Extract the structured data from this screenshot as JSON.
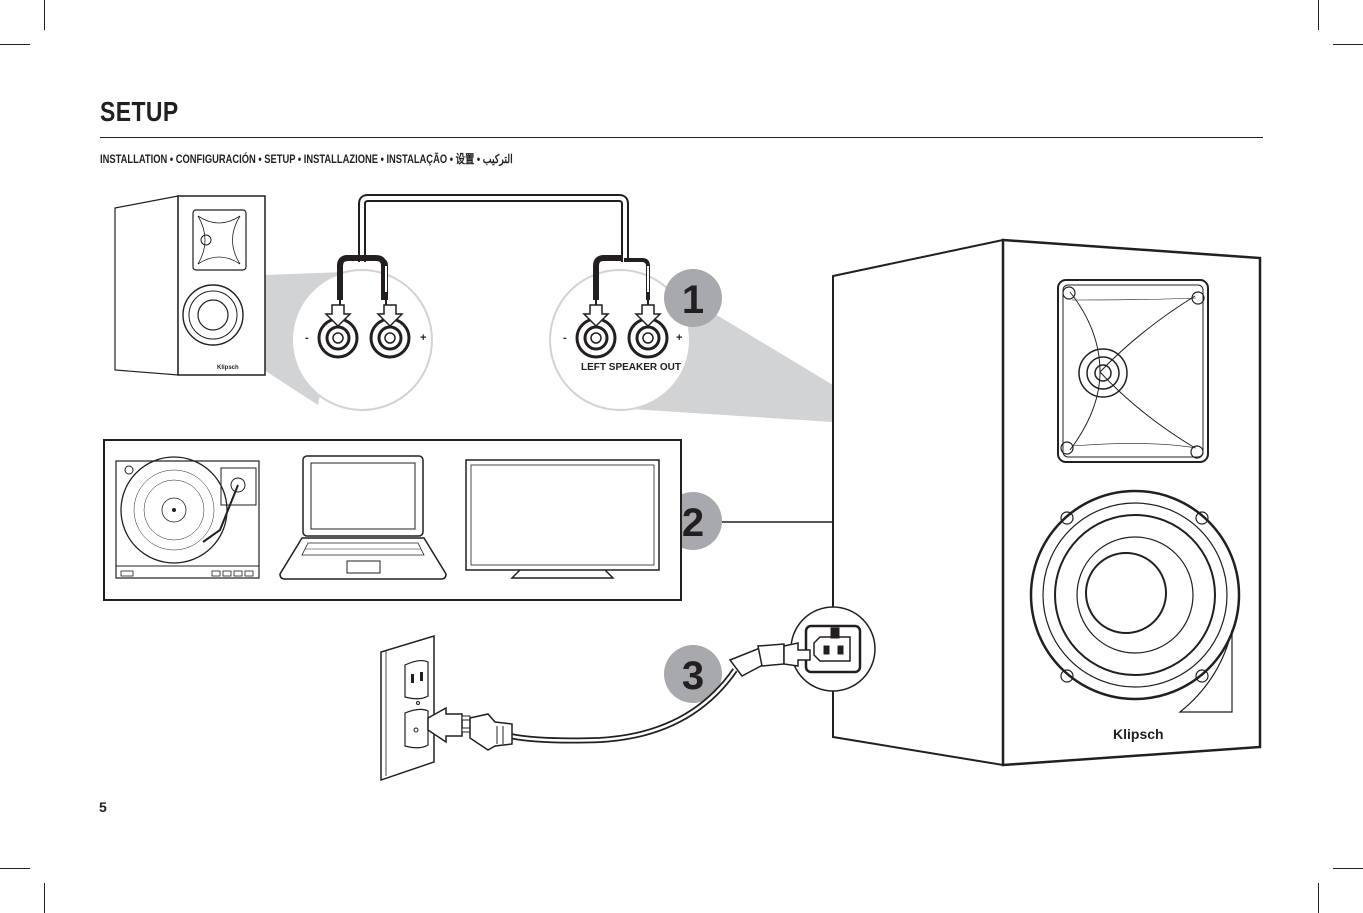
{
  "page": {
    "title": "SETUP",
    "subtitle": "INSTALLATION  • CONFIGURACIÓN  • SETUP  • INSTALLAZIONE  •  INSTALAÇÃO • 设置 •  التركيب",
    "page_number": "5"
  },
  "diagram": {
    "steps": [
      "1",
      "2",
      "3"
    ],
    "right_speaker_terminals": {
      "minus": "-",
      "plus": "+"
    },
    "left_speaker_terminals": {
      "minus": "-",
      "plus": "+",
      "label": "LEFT SPEAKER OUT"
    },
    "brand_logo": "Klipsch",
    "sources": [
      "turntable",
      "laptop",
      "tv"
    ],
    "colors": {
      "ink": "#231f20",
      "badge_fill": "#a7a9ac",
      "zoom_fill": "#d1d3d4"
    }
  }
}
